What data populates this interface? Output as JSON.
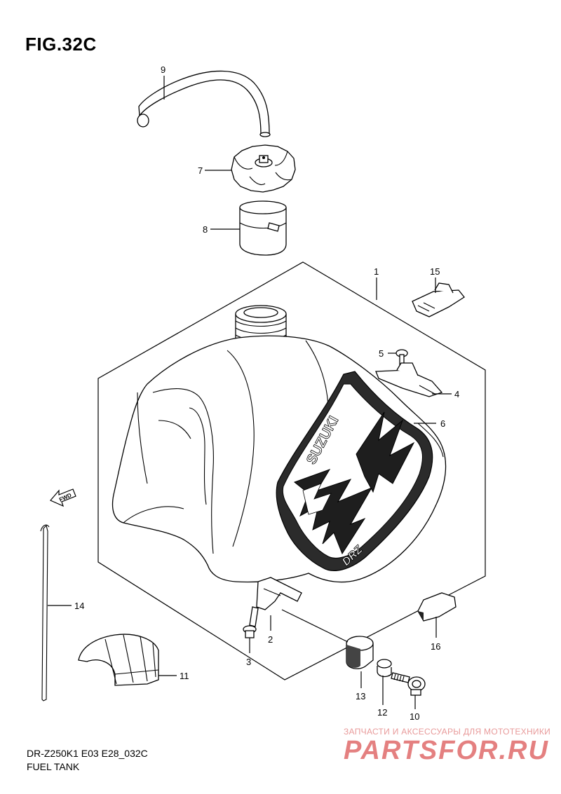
{
  "figure": {
    "title": "FIG.32C",
    "model_code": "DR-Z250K1 E03 E28_032C",
    "section_name": "FUEL TANK"
  },
  "callouts": {
    "n1": "1",
    "n2": "2",
    "n3": "3",
    "n4": "4",
    "n5": "5",
    "n6": "6",
    "n7": "7",
    "n8": "8",
    "n9": "9",
    "n10": "10",
    "n11": "11",
    "n12": "12",
    "n13": "13",
    "n14": "14",
    "n15": "15",
    "n16": "16"
  },
  "tank_decal": {
    "brand": "SUZUKI",
    "model": "DRZ"
  },
  "direction_arrow": "FWD",
  "watermark": {
    "subtitle": "ЗАПЧАСТИ И АКСЕССУАРЫ ДЛЯ МОТОТЕХНИКИ",
    "logo": "PARTSFOR.RU"
  }
}
